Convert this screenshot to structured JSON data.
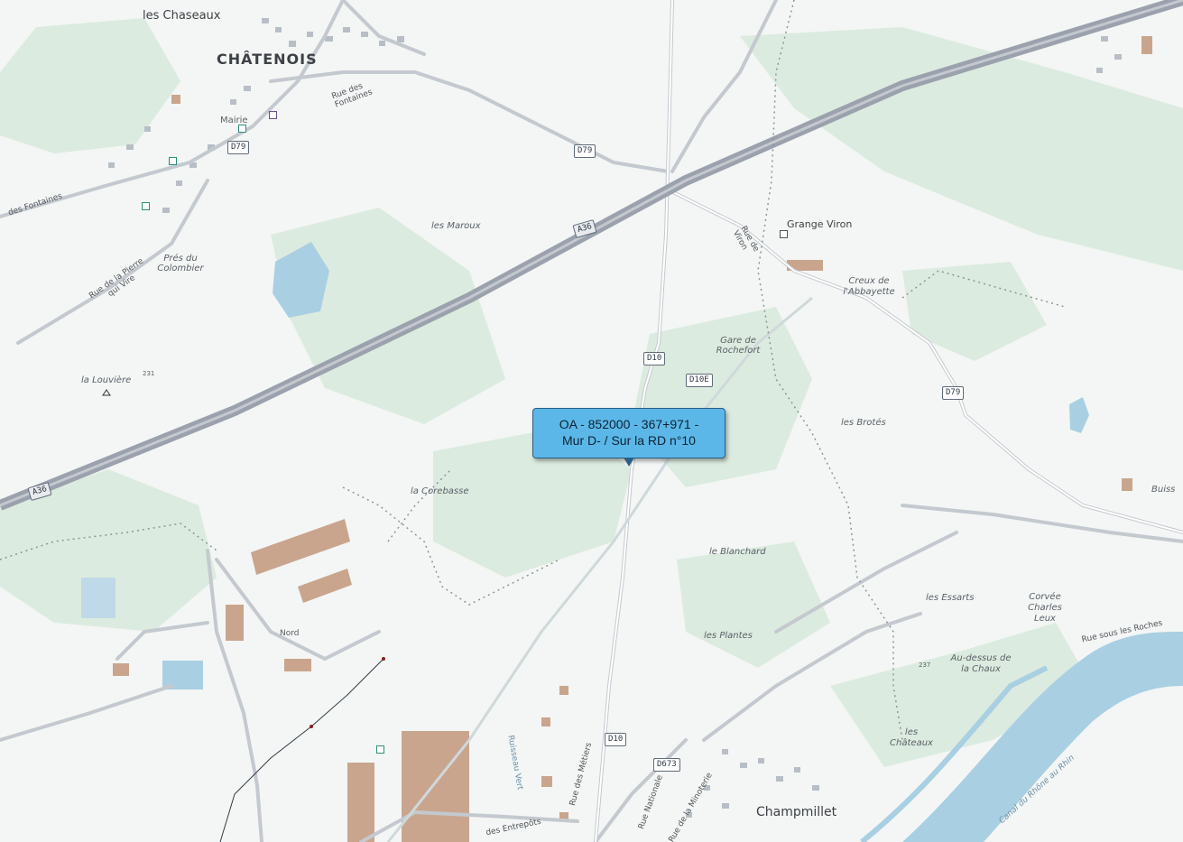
{
  "map": {
    "towns": {
      "chatenois": "CHÂTENOIS",
      "champmillet": "Champmillet"
    },
    "places": {
      "les_chaseaux": "les Chaseaux",
      "grange_viron": "Grange Viron",
      "les_maroux": "les Maroux",
      "pres_du_colombier": "Prés du Colombier",
      "creux_abbayette": "Creux de l'Abbayette",
      "gare_rochefort": "Gare de Rochefort",
      "la_louviere": "la Louvière",
      "les_brotes": "les Brotés",
      "la_corebasse": "la Corebasse",
      "le_blanchard": "le Blanchard",
      "les_essarts": "les Essarts",
      "corvee_charles": "Corvée Charles Leux",
      "les_plantes": "les Plantes",
      "au_dessus_chaux": "Au-dessus de la Chaux",
      "les_chateaux": "les Châteaux",
      "buiss": "Buiss",
      "mairie": "Mairie",
      "nord": "Nord"
    },
    "streets": {
      "fontaines_top": "Rue des Fontaines",
      "fontaines_left": "des Fontaines",
      "pierre_qui_vire": "Rue de la Pierre qui Vire",
      "viron": "Rue de Viron",
      "entrepots": "des Entrepôts",
      "metiers": "Rue des Métiers",
      "sous_roches": "Rue sous les Roches",
      "ruisseau": "Ruisseau Vert",
      "canal": "Canal du Rhône au Rhin",
      "nationale": "Rue Nationale",
      "minoterie": "Rue de la Minoterie"
    },
    "roads": {
      "a36_top": "A36",
      "a36_left": "A36",
      "d79_left": "D79",
      "d79_mid": "D79",
      "d79_right": "D79",
      "d10": "D10",
      "d10e": "D10E",
      "d10_bottom": "D10",
      "d673": "D673"
    },
    "elevations": {
      "louviere": "231",
      "chaux": "237"
    },
    "callout": {
      "line1": "OA - 852000 - 367+971 -",
      "line2": "Mur D- / Sur la RD n°10"
    },
    "colors": {
      "motorway": "#9ba1ad",
      "water": "#a9cfe2",
      "forest": "#dcebdf",
      "building": "#c9a58e",
      "callout": "#5bb7e8"
    }
  }
}
